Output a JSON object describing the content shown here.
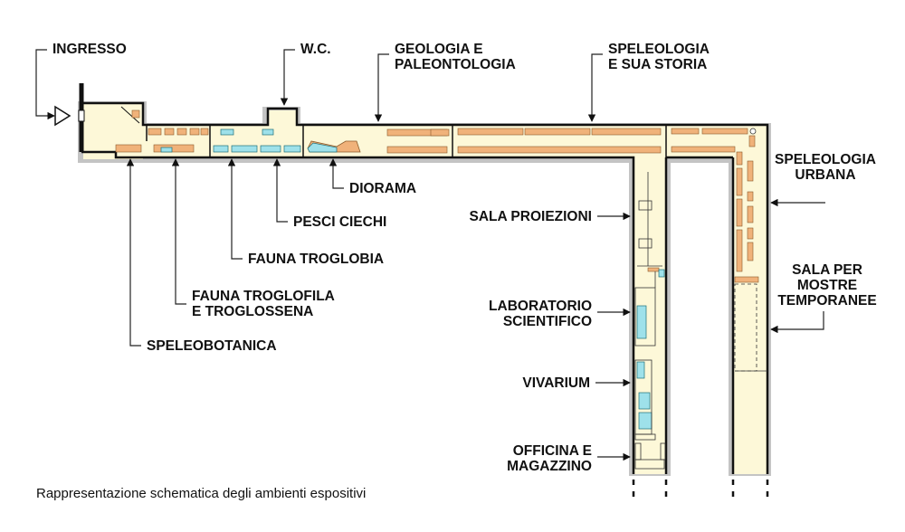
{
  "labels": {
    "ingresso": "INGRESSO",
    "wc": "W.C.",
    "geologia": [
      "GEOLOGIA E",
      "PALEONTOLOGIA"
    ],
    "speleologia_storia": [
      "SPELEOLOGIA",
      "E SUA STORIA"
    ],
    "speleologia_urbana": [
      "SPELEOLOGIA",
      "URBANA"
    ],
    "sala_mostre": [
      "SALA PER",
      "MOSTRE",
      "TEMPORANEE"
    ],
    "diorama": "DIORAMA",
    "pesci_ciechi": "PESCI CIECHI",
    "fauna_troglobia": "FAUNA TROGLOBIA",
    "fauna_troglofila": [
      "FAUNA TROGLOFILA",
      "E TROGLOSSENA"
    ],
    "speleobotanica": "SPELEOBOTANICA",
    "sala_proiezioni": "SALA PROIEZIONI",
    "laboratorio": [
      "LABORATORIO",
      "SCIENTIFICO"
    ],
    "vivarium": "VIVARIUM",
    "officina": [
      "OFFICINA E",
      "MAGAZZINO"
    ]
  },
  "caption": "Rappresentazione schematica degli ambienti espositivi",
  "colors": {
    "floor": "#fdf8d8",
    "wall": "#111111",
    "shadow": "#c4c4c4",
    "display_case": "#f0b27a",
    "aquarium": "#9ee1ea",
    "leader_line": "#222222"
  }
}
